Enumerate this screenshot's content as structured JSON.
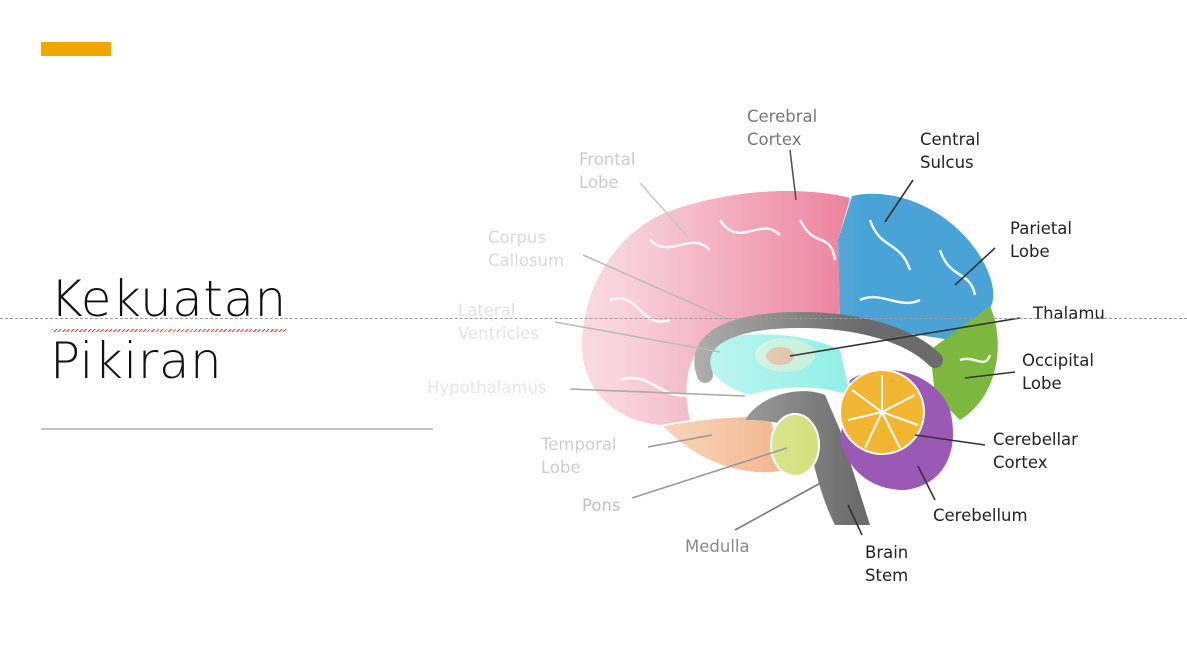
{
  "slide": {
    "title_line1": "Kekuatan",
    "title_line2": "Pikiran",
    "accent_color": "#f0a800"
  },
  "diagram": {
    "labels": {
      "cerebral_cortex": [
        "Cerebral",
        "Cortex"
      ],
      "central_sulcus": [
        "Central",
        "Sulcus"
      ],
      "frontal_lobe": [
        "Frontal",
        "Lobe"
      ],
      "parietal_lobe": [
        "Parietal",
        "Lobe"
      ],
      "corpus_callosum": [
        "Corpus",
        "Callosum"
      ],
      "lateral_ventricles": [
        "Lateral",
        "Ventricles"
      ],
      "thalamus": "Thalamus",
      "hypothalamus": "Hypothalamus",
      "occipital_lobe": [
        "Occipital",
        "Lobe"
      ],
      "temporal_lobe": [
        "Temporal",
        "Lobe"
      ],
      "cerebellar_cortex": [
        "Cerebellar",
        "Cortex"
      ],
      "pons": "Pons",
      "cerebellum": "Cerebellum",
      "medulla": "Medulla",
      "brain_stem": [
        "Brain",
        "Stem"
      ]
    },
    "colors": {
      "frontal": "#ec7f9c",
      "parietal": "#4aa3d6",
      "occipital": "#7cb83e",
      "cerebellum": "#9b59b6",
      "cerebellar_cortex": "#f2b632",
      "temporal": "#f0a470",
      "stem": "#6b6b6b",
      "pons": "#cddc6a",
      "ventricle": "#8eeee6"
    }
  }
}
